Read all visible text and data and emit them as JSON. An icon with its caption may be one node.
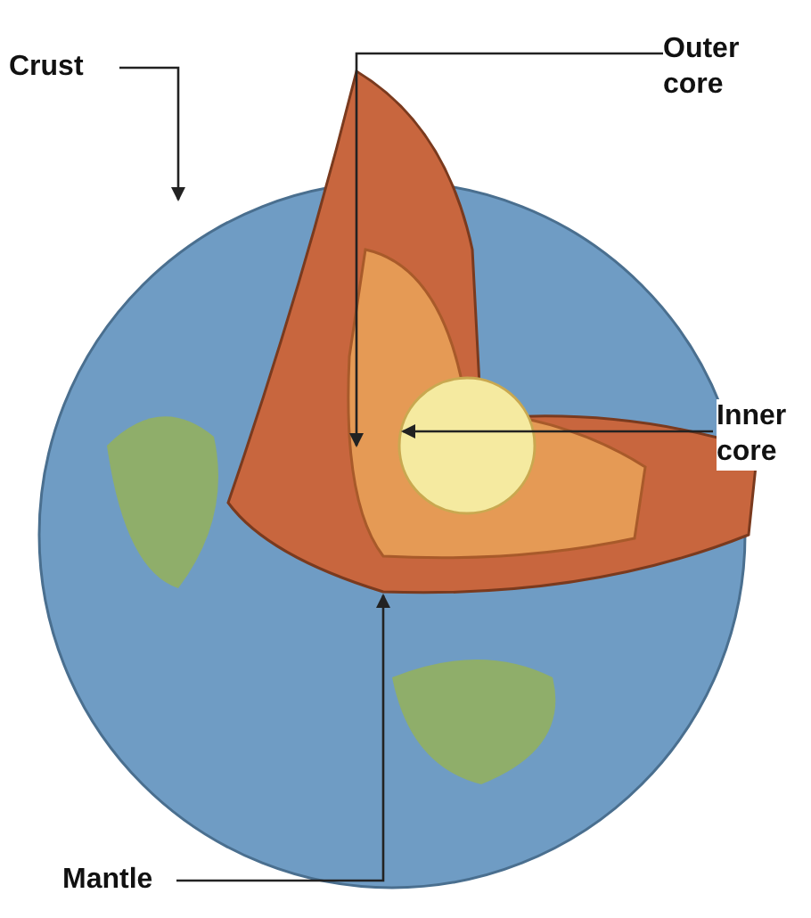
{
  "diagram": {
    "nodes": [
      {
        "text": [
          "Crust"
        ]
      },
      {
        "text": [],
        "shape": "picture"
      },
      {
        "text": [
          "Outer core"
        ]
      },
      {
        "text": [],
        "shape": "picture",
        "in": 7
      },
      {
        "text": [
          "Inner core"
        ]
      },
      {
        "text": [],
        "shape": "picture",
        "in": 3
      },
      {
        "text": [
          "Mantle"
        ]
      },
      {
        "text": [],
        "shape": "picture"
      }
    ],
    "edges": [
      {
        "from": 0,
        "to": 1,
        "arrow": "to"
      },
      {
        "from": 2,
        "to": 3,
        "arrow": "to"
      },
      {
        "from": 4,
        "to": 5,
        "arrow": "to"
      },
      {
        "from": 6,
        "to": 7,
        "arrow": "to"
      }
    ]
  }
}
